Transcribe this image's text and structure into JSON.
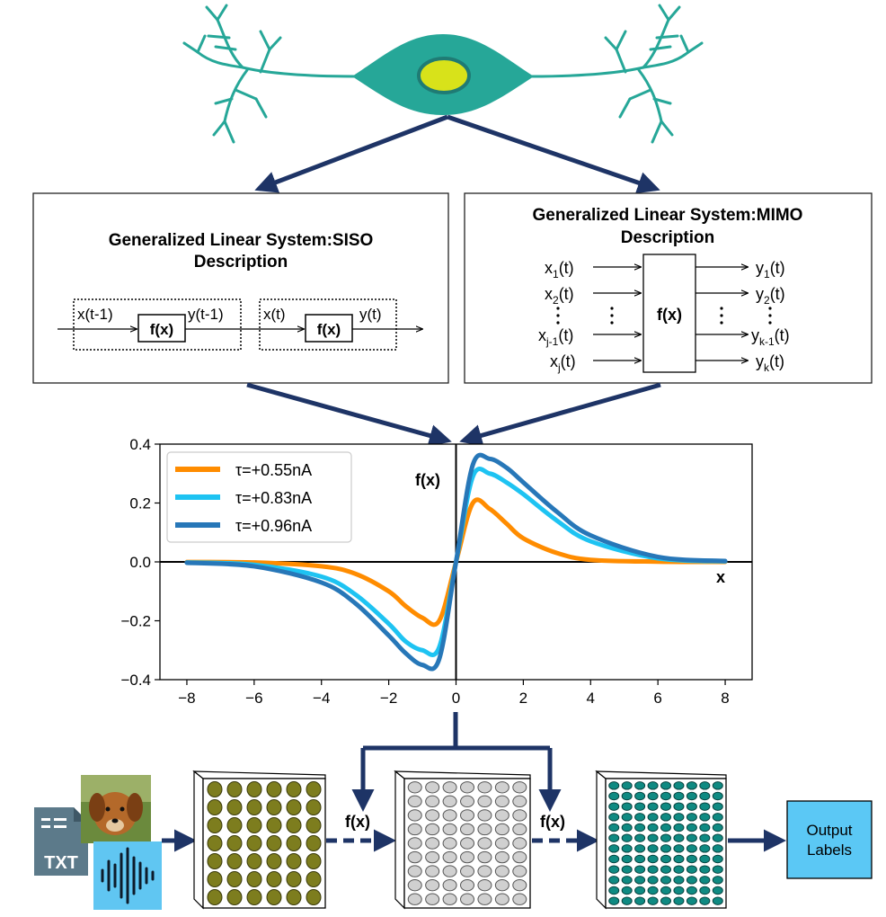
{
  "siso": {
    "title_line1": "Generalized Linear System:SISO",
    "title_line2": "Description",
    "in1": "x(t-1)",
    "out1": "y(t-1)",
    "in2": "x(t)",
    "out2": "y(t)",
    "fx": "f(x)"
  },
  "mimo": {
    "title_line1": "Generalized Linear System:MIMO",
    "title_line2": "Description",
    "fx": "f(x)",
    "inputs": [
      {
        "b": "x",
        "s": "1",
        "t": "(t)"
      },
      {
        "b": "x",
        "s": "2",
        "t": "(t)"
      },
      {
        "b": "x",
        "s": "j-1",
        "t": "(t)"
      },
      {
        "b": "x",
        "s": "j",
        "t": "(t)"
      }
    ],
    "outputs": [
      {
        "b": "y",
        "s": "1",
        "t": "(t)"
      },
      {
        "b": "y",
        "s": "2",
        "t": "(t)"
      },
      {
        "b": "y",
        "s": "k-1",
        "t": "(t)"
      },
      {
        "b": "y",
        "s": "k",
        "t": "(t)"
      }
    ]
  },
  "chart_data": {
    "type": "line",
    "title": "",
    "xlabel": "x",
    "ylabel": "f(x)",
    "xlim": [
      -8.8,
      8.8
    ],
    "ylim": [
      -0.4,
      0.4
    ],
    "xticks": [
      -8,
      -6,
      -4,
      -2,
      0,
      2,
      4,
      6,
      8
    ],
    "yticks": [
      -0.4,
      -0.2,
      0.0,
      0.2,
      0.4
    ],
    "xtick_labels": [
      "−8",
      "−6",
      "−4",
      "−2",
      "0",
      "2",
      "4",
      "6",
      "8"
    ],
    "ytick_labels": [
      "−0.4",
      "−0.2",
      "0.0",
      "0.2",
      "0.4"
    ],
    "grid": false,
    "legend_position": "top-left",
    "x": [
      -8,
      -6,
      -4,
      -3,
      -2,
      -1.5,
      -1,
      -0.5,
      0,
      0.5,
      1,
      1.5,
      2,
      3,
      4,
      6,
      8
    ],
    "series": [
      {
        "name": "τ=+0.55nA",
        "color": "#ff8c00",
        "y": [
          -0.0005,
          -0.002,
          -0.015,
          -0.04,
          -0.1,
          -0.15,
          -0.19,
          -0.2,
          0,
          0.2,
          0.18,
          0.13,
          0.08,
          0.03,
          0.007,
          0.0008,
          0.0001
        ]
      },
      {
        "name": "τ=+0.83nA",
        "color": "#1ec3f2",
        "y": [
          -0.002,
          -0.01,
          -0.05,
          -0.11,
          -0.21,
          -0.27,
          -0.3,
          -0.29,
          0,
          0.29,
          0.3,
          0.27,
          0.23,
          0.14,
          0.07,
          0.012,
          0.002
        ]
      },
      {
        "name": "τ=+0.96nA",
        "color": "#2777b8",
        "y": [
          -0.003,
          -0.015,
          -0.07,
          -0.14,
          -0.25,
          -0.31,
          -0.35,
          -0.33,
          0,
          0.33,
          0.35,
          0.32,
          0.27,
          0.17,
          0.09,
          0.017,
          0.003
        ]
      }
    ]
  },
  "pipeline": {
    "fx1": "f(x)",
    "fx2": "f(x)",
    "txt_icon": "TXT",
    "output_line1": "Output",
    "output_line2": "Labels",
    "colors": {
      "arrow": "#1e3466",
      "grid1": "#7d7d1e",
      "grid2": "#d0d0d0",
      "grid3": "#0f8a82",
      "output": "#5bc8f5",
      "audio": "#60c6f2"
    }
  },
  "neuron": {
    "body_color": "#26a798",
    "nucleus_color": "#d8e21a"
  }
}
